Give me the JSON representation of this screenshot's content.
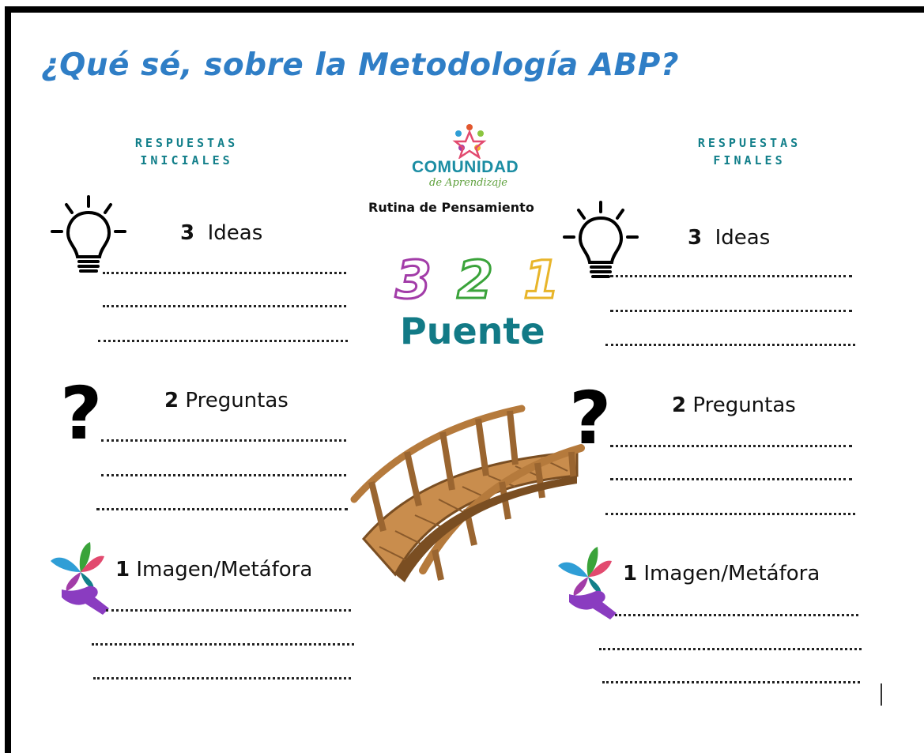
{
  "title": "¿Qué sé, sobre la Metodología ABP?",
  "left": {
    "heading_line1": "RESPUESTAS",
    "heading_line2": "INICIALES"
  },
  "right": {
    "heading_line1": "RESPUESTAS",
    "heading_line2": "FINALES"
  },
  "sections": {
    "ideas": {
      "number": "3",
      "label": "Ideas"
    },
    "preguntas": {
      "number": "2",
      "label": "Preguntas"
    },
    "imagen": {
      "number": "1",
      "label": "Imagen/Metáfora"
    }
  },
  "logo": {
    "word": "COMUNIDAD",
    "sub": "de Aprendizaje"
  },
  "routine_label": "Rutina  de Pensamiento",
  "digits": [
    "3",
    "2",
    "1"
  ],
  "puente": "Puente",
  "colors": {
    "title": "#2f7ec6",
    "heading": "#127f8a",
    "puente": "#127a86",
    "digit3": "#a23ca8",
    "digit2": "#3aa33a",
    "digit1": "#e8b52a",
    "bridge": "#b57a3c"
  },
  "icons": [
    "lightbulb-icon",
    "question-mark-icon",
    "butterfly-hand-icon",
    "bridge-illustration",
    "community-logo"
  ]
}
